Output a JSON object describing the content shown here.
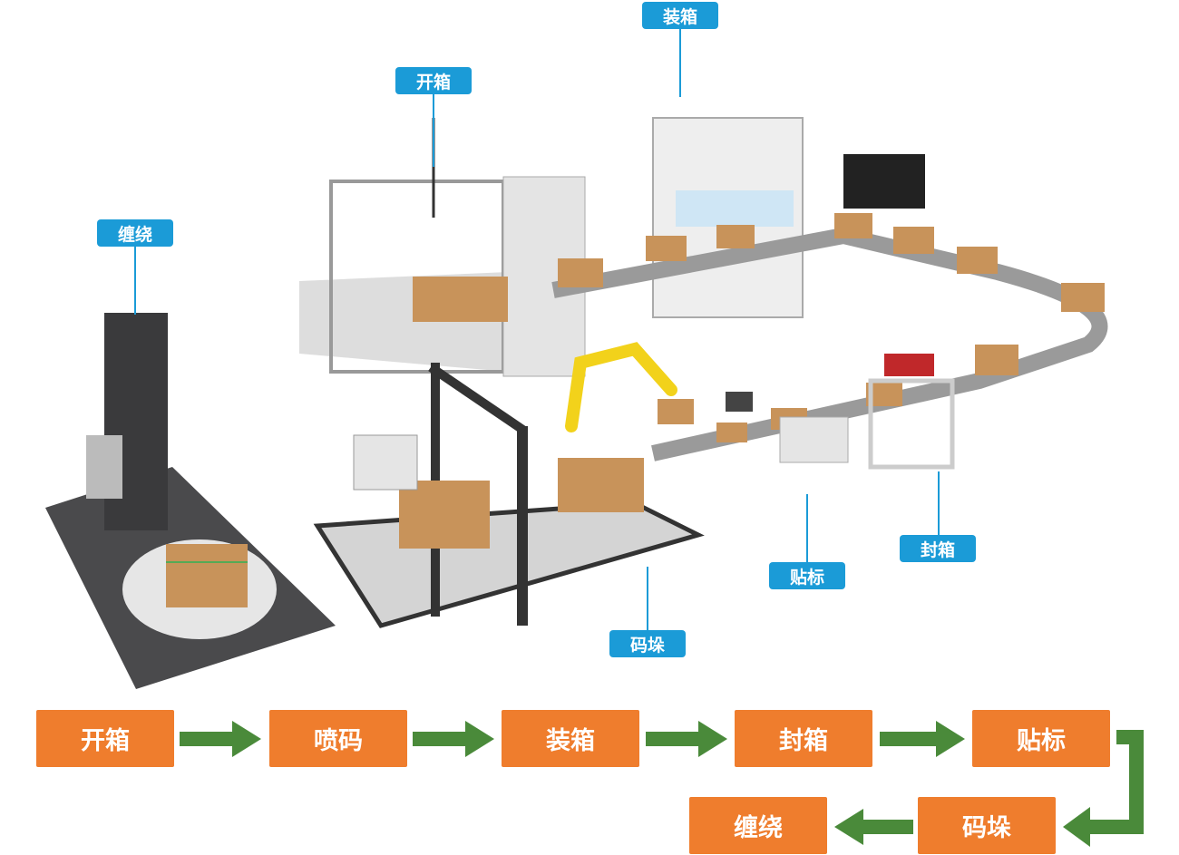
{
  "labels": {
    "packing": "装箱",
    "unpacking": "开箱",
    "wrapping": "缠绕",
    "sealing": "封箱",
    "labeling": "贴标",
    "palletizing": "码垛"
  },
  "flow": {
    "steps": [
      "开箱",
      "喷码",
      "装箱",
      "封箱",
      "贴标",
      "码垛",
      "缠绕"
    ]
  },
  "colors": {
    "label_bg": "#1b9bd7",
    "step_bg": "#ef7d2d",
    "arrow": "#4a8a3a"
  }
}
